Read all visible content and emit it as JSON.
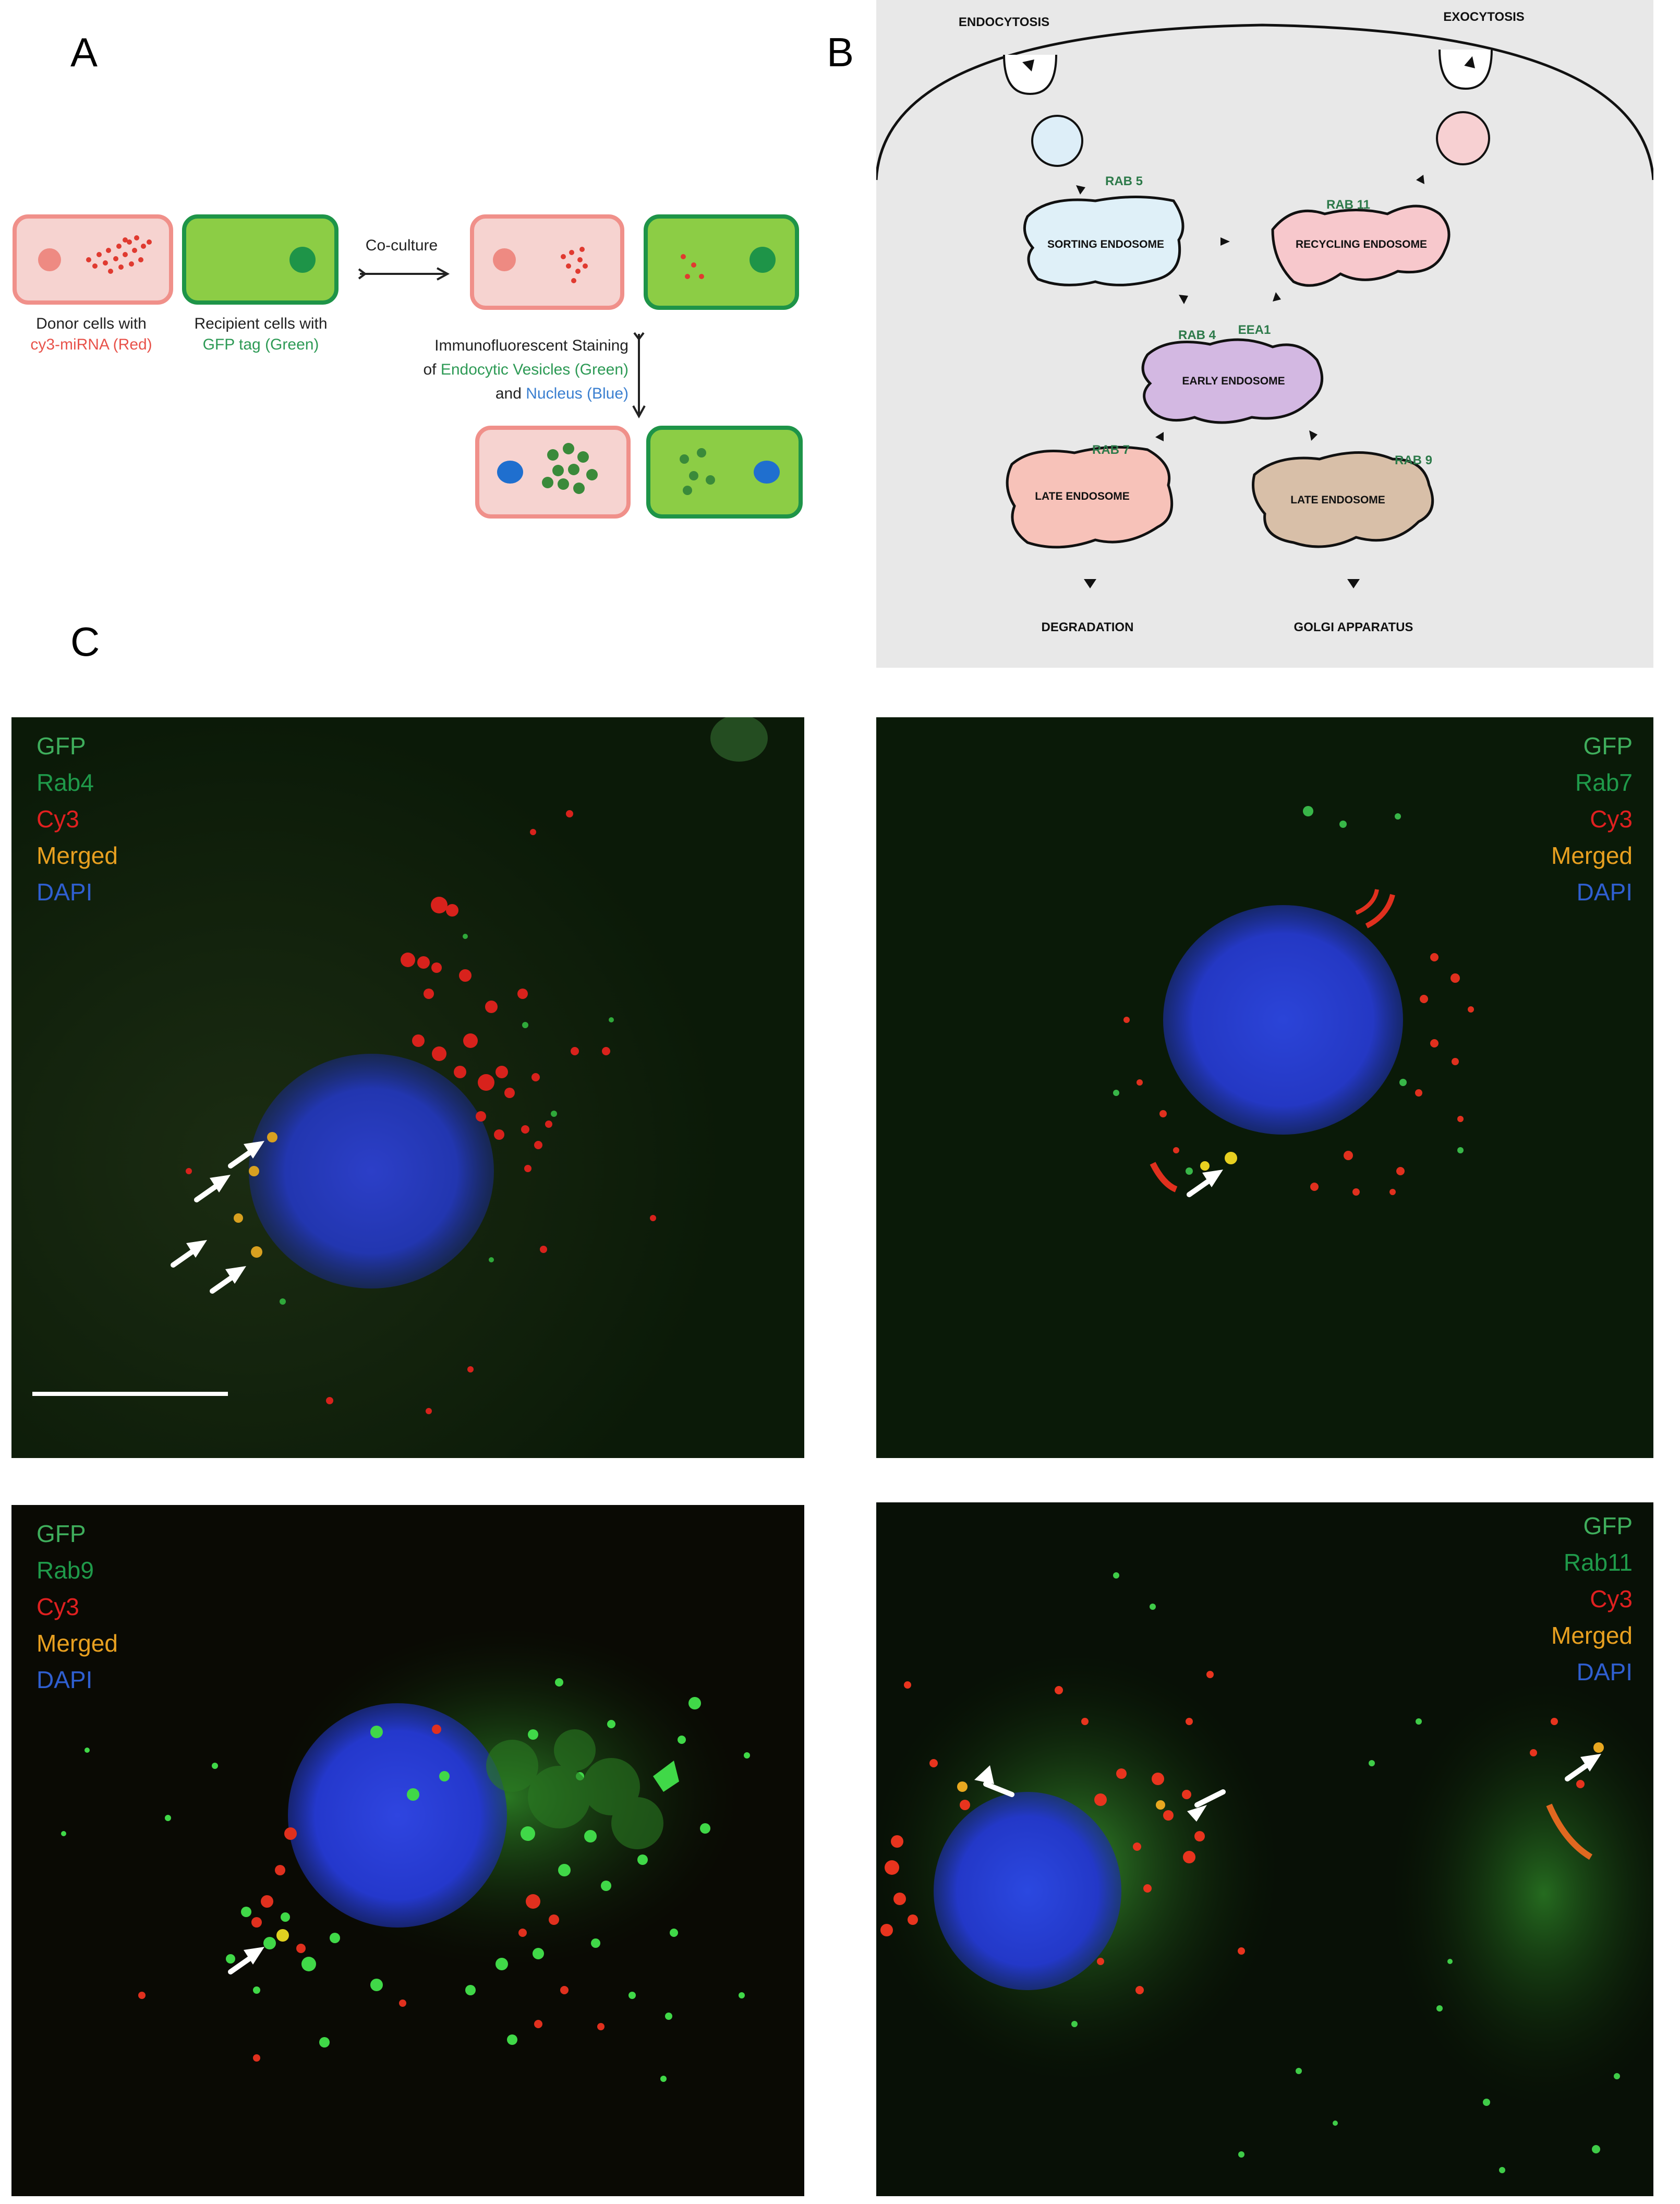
{
  "panels": {
    "a": "A",
    "b": "B",
    "c": "C"
  },
  "panel_a": {
    "donor_label_1": "Donor cells with",
    "donor_label_2": "cy3-miRNA (Red)",
    "recipient_label_1": "Recipient cells with",
    "recipient_label_2": "GFP tag (Green)",
    "coculture": "Co-culture",
    "staining_1": "Immunofluorescent Staining",
    "staining_2_prefix": "of ",
    "staining_2_green": "Endocytic Vesicles (Green)",
    "staining_3_prefix": "and ",
    "staining_3_blue": "Nucleus (Blue)"
  },
  "panel_b": {
    "endocytosis": "ENDOCYTOSIS",
    "exocytosis": "EXOCYTOSIS",
    "rab5": "RAB 5",
    "sorting": "SORTING ENDOSOME",
    "rab11": "RAB 11",
    "recycling": "RECYCLING ENDOSOME",
    "rab4": "RAB 4",
    "eea1": "EEA1",
    "early": "EARLY ENDOSOME",
    "rab7": "RAB 7",
    "late_left": "LATE ENDOSOME",
    "rab9": "RAB 9",
    "late_right": "LATE ENDOSOME",
    "degradation": "DEGRADATION",
    "golgi": "GOLGI APPARATUS"
  },
  "micrographs": [
    {
      "name": "rab4",
      "labels": [
        "GFP",
        "Rab4",
        "Cy3",
        "Merged",
        "DAPI"
      ]
    },
    {
      "name": "rab7",
      "labels": [
        "GFP",
        "Rab7",
        "Cy3",
        "Merged",
        "DAPI"
      ]
    },
    {
      "name": "rab9",
      "labels": [
        "GFP",
        "Rab9",
        "Cy3",
        "Merged",
        "DAPI"
      ]
    },
    {
      "name": "rab11",
      "labels": [
        "GFP",
        "Rab11",
        "Cy3",
        "Merged",
        "DAPI"
      ]
    }
  ],
  "colors": {
    "gfp": "#3fae5c",
    "rab": "#1f9a4a",
    "cy3": "#e02020",
    "merged": "#e8a020",
    "dapi": "#2f5fd0",
    "donor_fill": "#f6d3d0",
    "donor_border": "#f0908a",
    "recipient_fill": "#8ccd45",
    "recipient_border": "#1e9448",
    "label_red": "#e8524a",
    "label_green": "#2d9a55",
    "label_blue": "#3a7fd0"
  }
}
